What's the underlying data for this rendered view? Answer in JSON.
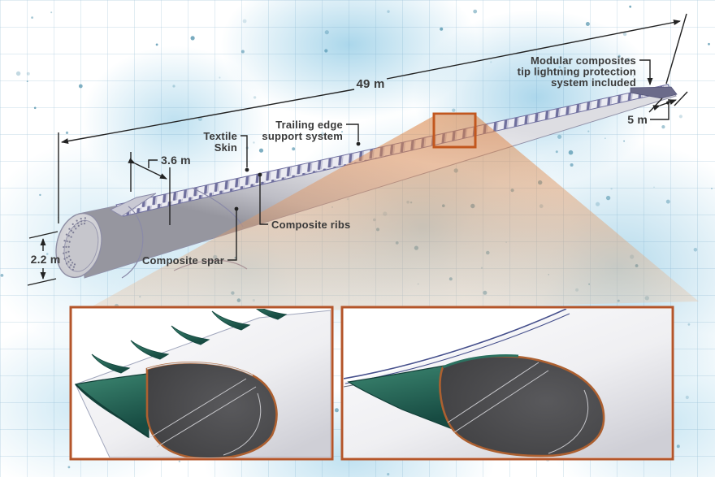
{
  "diagram": {
    "title_hint": "wind turbine blade concept schematic",
    "dimensions": {
      "blade_length": "49 m",
      "tip_width": "5 m",
      "rib_spacing": "3.6 m",
      "root_diameter": "2.2 m"
    },
    "labels": {
      "tip_system": {
        "lines": [
          "Modular composites",
          "tip lightning protection",
          "system included"
        ]
      },
      "trailing_edge": {
        "lines": [
          "Trailing edge",
          "support system"
        ]
      },
      "textile_skin": {
        "lines": [
          "Textile",
          "Skin"
        ]
      },
      "composite_ribs": "Composite ribs",
      "composite_spar": "Composite spar"
    },
    "colors": {
      "text": "#3a3a3a",
      "leader_line": "#2a2a2a",
      "highlight_box": "#c2571e",
      "projection_cone": "#dd7f3c",
      "inset_border": "#b4552a",
      "blade_outline": "#8a8aa8",
      "rib_band": "#6f6f9d",
      "teal_structure": "#2c7261",
      "section_face": "#48484a",
      "section_rim": "#ad6030",
      "background_wash": "#a8d4e8"
    }
  }
}
